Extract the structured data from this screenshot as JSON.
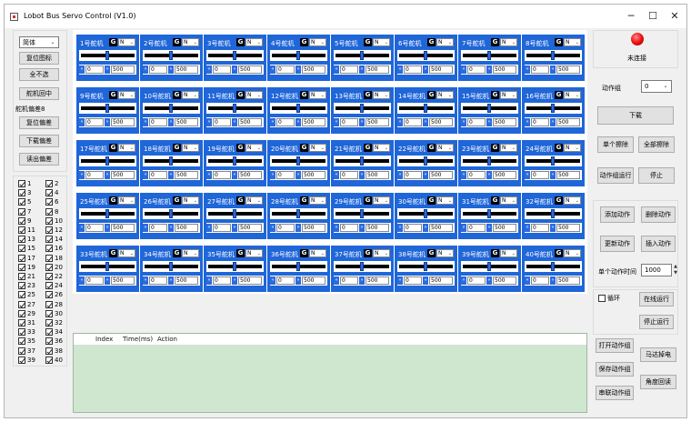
{
  "window": {
    "title": "Lobot Bus Servo Control (V1.0)",
    "minimize_glyph": "─",
    "maximize_glyph": "☐",
    "close_glyph": "✕"
  },
  "left": {
    "language_select": "简体",
    "reset_icon_btn": "复位图标",
    "deselect_all_btn": "全不选",
    "center_btn": "舵机回中",
    "offset_label": "舵机偏差8",
    "reset_offset_btn": "复位偏差",
    "download_offset_btn": "下载偏差",
    "read_offset_btn": "读出偏差",
    "channels": [
      "1",
      "2",
      "3",
      "4",
      "5",
      "6",
      "7",
      "8",
      "9",
      "10",
      "11",
      "12",
      "13",
      "14",
      "15",
      "16",
      "17",
      "18",
      "19",
      "20",
      "21",
      "22",
      "23",
      "24",
      "25",
      "26",
      "27",
      "28",
      "29",
      "30",
      "31",
      "32",
      "33",
      "34",
      "35",
      "36",
      "37",
      "38",
      "39",
      "40"
    ]
  },
  "servo_suffix": "号舵机",
  "servo_mode": "N",
  "servo_g": "G",
  "servo_default": {
    "offset": "0",
    "position": "500",
    "slider_fraction": 0.5
  },
  "right": {
    "status": "未连接",
    "action_group_label": "动作组",
    "action_group_value": "0",
    "download_btn": "下载",
    "erase_one_btn": "单个擦除",
    "erase_all_btn": "全部擦除",
    "run_group_btn": "动作组运行",
    "stop_btn": "停止",
    "add_action_btn": "添加动作",
    "delete_action_btn": "删除动作",
    "update_action_btn": "更新动作",
    "insert_action_btn": "插入动作",
    "action_time_label": "单个动作时间",
    "action_time_value": "1000",
    "loop_label": "循环",
    "online_run_btn": "在线运行",
    "stop_run_btn": "停止运行",
    "open_group_btn": "打开动作组",
    "motor_power_off_btn": "马达掉电",
    "save_group_btn": "保存动作组",
    "angle_readback_btn": "角度回读",
    "chain_group_btn": "串联动作组"
  },
  "log": {
    "columns": [
      "Index",
      "Time(ms)",
      "Action"
    ]
  }
}
